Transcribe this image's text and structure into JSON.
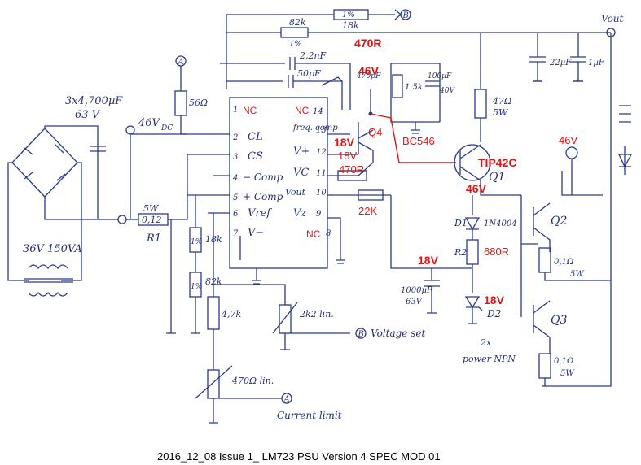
{
  "caption": "2016_12_08 Issue 1_ LM723 PSU Version 4 SPEC MOD 01",
  "labels": {
    "vout": "Vout",
    "r1pct_top": "1%",
    "r18k_top": "18k",
    "r82k_top": "82k",
    "r1pct_2": "1%",
    "c22nf": "2,2nF",
    "c50pf": "50pF",
    "c470pf": "470pF",
    "r56": "56Ω",
    "r1k5": "1,5k",
    "c100uf": "100µF",
    "c100uf_v": "40V",
    "r47": "47Ω",
    "r47_w": "5W",
    "c22uf": "22µF",
    "c1uf": "1µF",
    "caps_main": "3x4,700µF",
    "caps_main_v": "63 V",
    "vdc": "46V",
    "vdc_sub": "DC",
    "trafo": "36V 150VA",
    "r1_w": "5W",
    "r1_val": "0,12",
    "r1_name": "R1",
    "pin_cl": "CL",
    "pin_cs": "CS",
    "pin_comp_m": "− Comp",
    "pin_comp_p": "+ Comp",
    "pin_vref": "Vref",
    "pin_vminus": "V−",
    "pin_freq": "freq. comp",
    "pin_vplus": "V+",
    "pin_vc": "VC",
    "pin_vout": "Vout",
    "pin_vz": "Vz",
    "pin2": "2",
    "pin3": "3",
    "pin4": "4",
    "pin5": "5",
    "pin6": "6",
    "pin7": "7",
    "pin1": "1",
    "pin13": "13",
    "pin12": "12",
    "pin11": "11",
    "pin10": "10",
    "pin9": "9",
    "pin8": "8",
    "pin14": "14",
    "r18k_v": "18k",
    "r82k_v": "82k",
    "pct_a": "1%",
    "pct_b": "1%",
    "r47k": "4,7k",
    "pot2k2": "2k2 lin.",
    "pot470": "470Ω lin.",
    "voltage_set": "Voltage set",
    "current_limit": "Current limit",
    "d1": "D1",
    "d1_part": "1N4004",
    "r2": "R2",
    "c1000": "1000µF",
    "c1000_v": "63V",
    "d2": "D2",
    "q2": "Q2",
    "q3": "Q3",
    "r01a": "0,1Ω",
    "r01a_w": "5W",
    "r01b": "0,1Ω",
    "r01b_w": "5W",
    "power_npn_1": "2x",
    "power_npn_2": "power NPN",
    "q1": "Q1",
    "node_a": "A",
    "node_b": "B"
  },
  "annotations": {
    "nc1": "NC",
    "nc14": "NC",
    "nc8": "NC",
    "v470r": "470R",
    "v46_top": "46V",
    "v18_pin": "18V",
    "v18_pin_b": "18V",
    "r470r_mid": "470R",
    "q4": "Q4",
    "bc546": "BC546",
    "tip42c": "TIP42C",
    "v46_q1": "46V",
    "v46_right": "46V",
    "r22k": "22K",
    "v18_mid": "18V",
    "r680r": "680R",
    "v18_d2": "18V"
  },
  "colors": {
    "ink": "#2a3a8a",
    "annotation": "#e11414",
    "paper": "#ffffff"
  }
}
